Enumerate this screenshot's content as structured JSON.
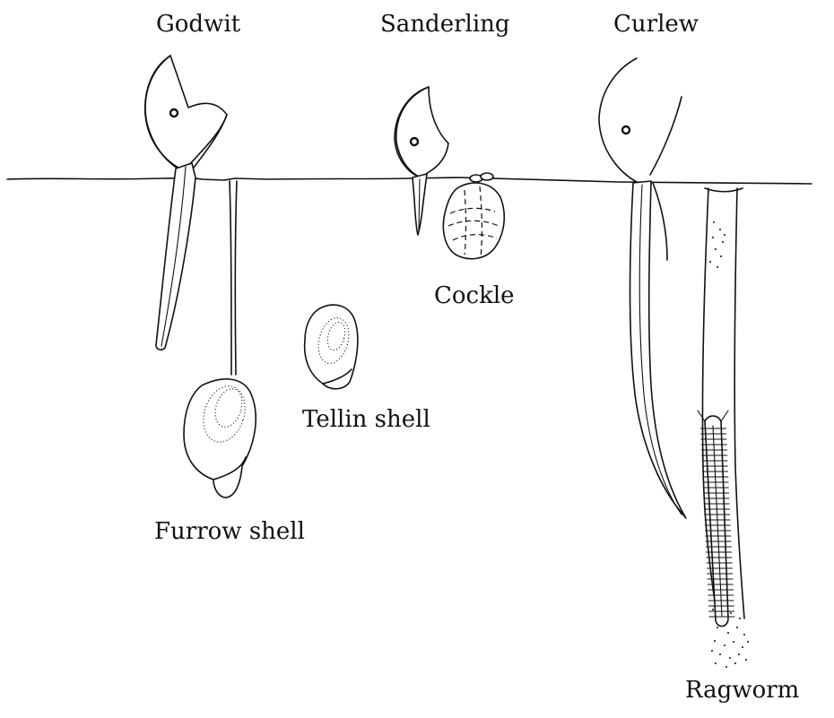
{
  "birds": [
    {
      "label": "Godwit"
    },
    {
      "label": "Sanderling"
    },
    {
      "label": "Curlew"
    }
  ],
  "prey": [
    {
      "label": "Cockle"
    },
    {
      "label": "Tellin shell"
    },
    {
      "label": "Furrow shell"
    },
    {
      "label": "Ragworm"
    }
  ]
}
